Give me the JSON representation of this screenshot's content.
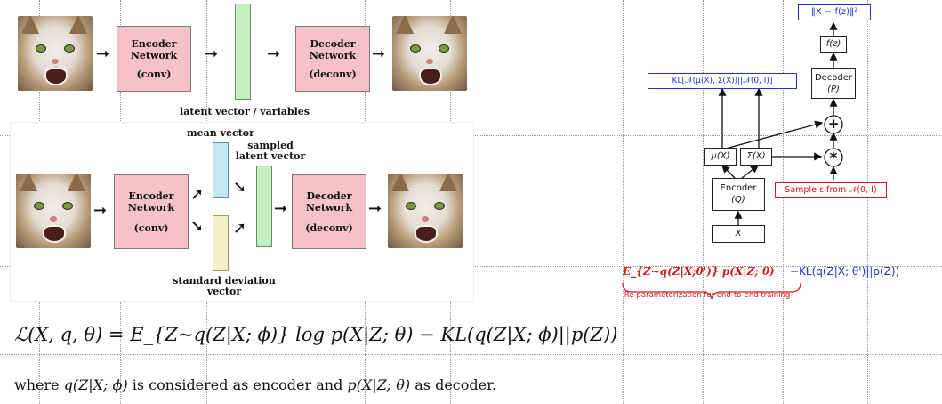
{
  "autoencoder": {
    "encoder_title": "Encoder",
    "encoder_sub": "Network",
    "encoder_type": "(conv)",
    "decoder_title": "Decoder",
    "decoder_sub": "Network",
    "decoder_type": "(deconv)",
    "latent_label": "latent vector / variables"
  },
  "vae": {
    "encoder_title": "Encoder",
    "encoder_sub": "Network",
    "encoder_type": "(conv)",
    "decoder_title": "Decoder",
    "decoder_sub": "Network",
    "decoder_type": "(deconv)",
    "mean_label": "mean vector",
    "sampled_label_1": "sampled",
    "sampled_label_2": "latent vector",
    "std_label_1": "standard deviation",
    "std_label_2": "vector"
  },
  "reparam": {
    "loss_box": "‖X − f(z)‖²",
    "fz_box": "f(z)",
    "decoder_title": "Decoder",
    "decoder_param": "(P)",
    "kl_box": "KL[𝒩(μ(X), Σ(X))||𝒩(0, I)]",
    "plus": "+",
    "mu_box": "μ(X)",
    "sigma_box": "Σ(X)",
    "times": "*",
    "encoder_title": "Encoder",
    "encoder_param": "(Q)",
    "sample_box": "Sample ε from 𝒩(0, I)",
    "x_box": "X",
    "expectation": "E_{Z~q(Z|X;θ')} p(X|Z; θ)",
    "kl_term": "−KL(q(Z|X; θ')||p(Z))",
    "reparam_note": "Re-parameterization for end-to-end training"
  },
  "loss_formula": "ℒ(X, q, θ) = E_{Z~q(Z|X; ϕ)} log p(X|Z; θ) − KL(q(Z|X; ϕ)||p(Z))",
  "explanation": {
    "prefix": "where",
    "enc_expr": "q(Z|X; ϕ)",
    "middle": "is considered as encoder and",
    "dec_expr": "p(X|Z; θ)",
    "suffix": "as decoder."
  },
  "colors": {
    "encoder_fill": "#f4c2c8",
    "latent_fill": "#c6efc0",
    "mean_fill": "#c5e7f0",
    "std_fill": "#f3efc6",
    "blue_text": "#2233cc",
    "red_text": "#d21a1a"
  }
}
